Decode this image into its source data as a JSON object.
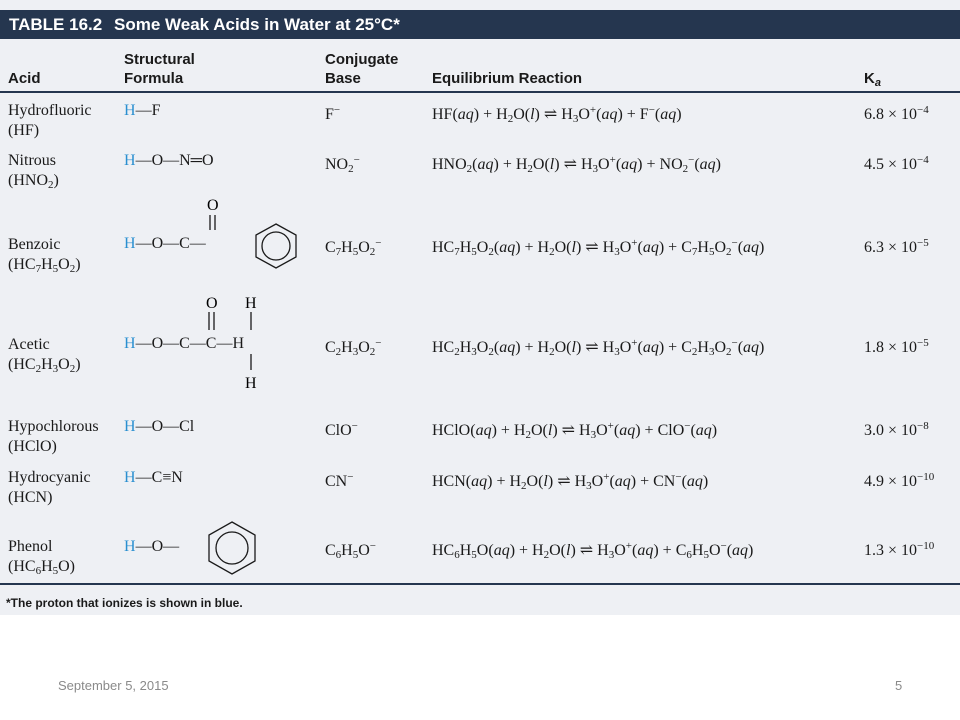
{
  "table": {
    "number": "TABLE 16.2",
    "title": "Some Weak Acids in Water at 25°C*",
    "headers": {
      "acid": "Acid",
      "structural_line1": "Structural",
      "structural_line2": "Formula",
      "base_line1": "Conjugate",
      "base_line2": "Base",
      "reaction": "Equilibrium Reaction",
      "ka": "Ka"
    },
    "rows": [
      {
        "name": "Hydrofluoric",
        "formula": "(HF)",
        "structure": "H—F",
        "base": "F⁻",
        "reaction": "HF(aq) + H2O(l) ⇌ H3O+(aq) + F−(aq)",
        "ka": "6.8 × 10⁻⁴"
      },
      {
        "name": "Nitrous",
        "formula": "(HNO2)",
        "structure": "H—O—N=O",
        "base": "NO2⁻",
        "reaction": "HNO2(aq) + H2O(l) ⇌ H3O+(aq) + NO2−(aq)",
        "ka": "4.5 × 10⁻⁴"
      },
      {
        "name": "Benzoic",
        "formula": "(HC7H5O2)",
        "structure": "H—O—C(=O)—C6H5",
        "base": "C7H5O2⁻",
        "reaction": "HC7H5O2(aq) + H2O(l) ⇌ H3O+(aq) + C7H5O2−(aq)",
        "ka": "6.3 × 10⁻⁵"
      },
      {
        "name": "Acetic",
        "formula": "(HC2H3O2)",
        "structure": "H—O—C(=O)—CH3",
        "base": "C2H3O2⁻",
        "reaction": "HC2H3O2(aq) + H2O(l) ⇌ H3O+(aq) + C2H3O2−(aq)",
        "ka": "1.8 × 10⁻⁵"
      },
      {
        "name": "Hypochlorous",
        "formula": "(HClO)",
        "structure": "H—O—Cl",
        "base": "ClO⁻",
        "reaction": "HClO(aq) + H2O(l) ⇌ H3O+(aq) + ClO−(aq)",
        "ka": "3.0 × 10⁻⁸"
      },
      {
        "name": "Hydrocyanic",
        "formula": "(HCN)",
        "structure": "H—C≡N",
        "base": "CN⁻",
        "reaction": "HCN(aq) + H2O(l) ⇌ H3O+(aq) + CN−(aq)",
        "ka": "4.9 × 10⁻¹⁰"
      },
      {
        "name": "Phenol",
        "formula": "(HC6H5O)",
        "structure": "H—O—C6H5",
        "base": "C6H5O⁻",
        "reaction": "HC6H5O(aq) + H2O(l) ⇌ H3O+(aq) + C6H5O−(aq)",
        "ka": "1.3 × 10⁻¹⁰"
      }
    ],
    "footnote": "*The proton that ionizes is shown in blue."
  },
  "slide": {
    "date": "September 5, 2015",
    "page": "5"
  },
  "colors": {
    "header_bar": "#25364f",
    "ionizable_proton": "#2a8fd0",
    "table_bg": "#eef0f4"
  }
}
